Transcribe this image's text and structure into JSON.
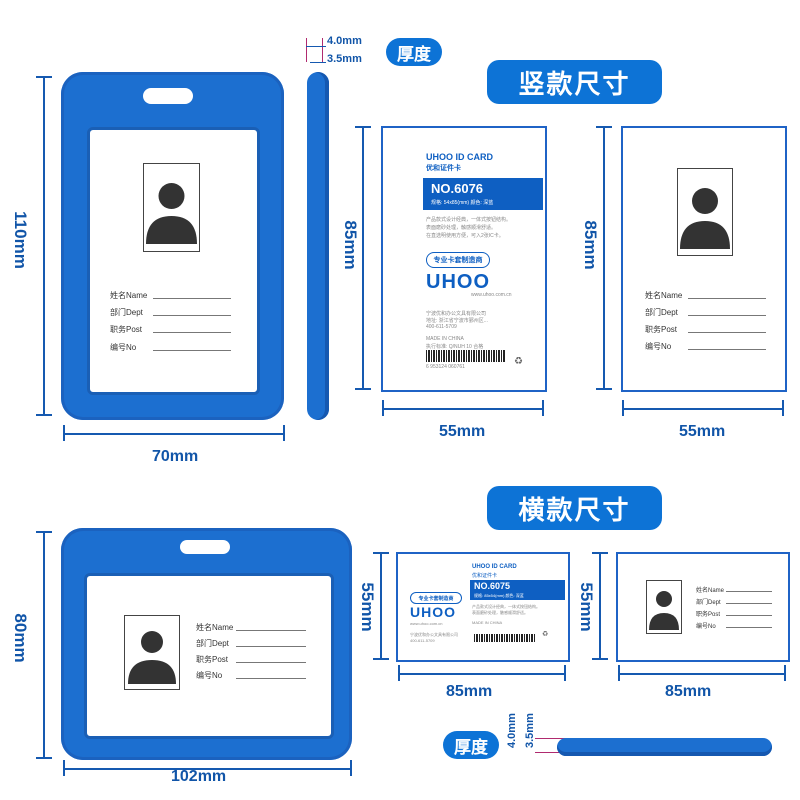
{
  "titles": {
    "vertical": "竖款尺寸",
    "horizontal": "横款尺寸"
  },
  "thickness": {
    "label": "厚度",
    "outer": "4.0mm",
    "inner": "3.5mm"
  },
  "vertical": {
    "holder_height": "110mm",
    "holder_width": "70mm",
    "card_height": "85mm",
    "card_width": "55mm",
    "blank_card_height": "85mm",
    "blank_card_width": "55mm"
  },
  "horizontal": {
    "holder_height": "80mm",
    "holder_width": "102mm",
    "card_height": "55mm",
    "card_width": "85mm",
    "blank_card_height": "55mm",
    "blank_card_width": "85mm"
  },
  "fields": {
    "name": "姓名Name",
    "dept": "部门Dept",
    "post": "职务Post",
    "no": "编号No"
  },
  "card_print": {
    "brand": "UHOO ID CARD",
    "subtitle": "优和证件卡",
    "model_v": "NO.6076",
    "spec_v": "规格: 54x85(mm)   颜色: 深蓝",
    "model_h": "NO.6075",
    "spec_h": "规格: 85x54(mm)  颜色: 深蓝",
    "desc1": "产品款式设计经典，一体式按钮结构。",
    "desc2": "表面磨砂处理，触感顺滑舒适。",
    "desc3": "在直选明使用方便，可入2张IC卡。",
    "badge": "专业卡套制造商",
    "logo": "UHOO",
    "website": "www.uhoo.com.cn",
    "company": "宁波优和办公文具有限公司",
    "address": "地址: 浙江省宁波市鄞州区...",
    "hotline": "400-611-5709",
    "made": "MADE IN CHINA",
    "standard": "执行标准: Q/NUH 10    合格",
    "barcode": "6 953124 060761"
  },
  "colors": {
    "accent": "#0d73d6",
    "holder": "#1c6fd0",
    "dimension": "#1559b0"
  }
}
